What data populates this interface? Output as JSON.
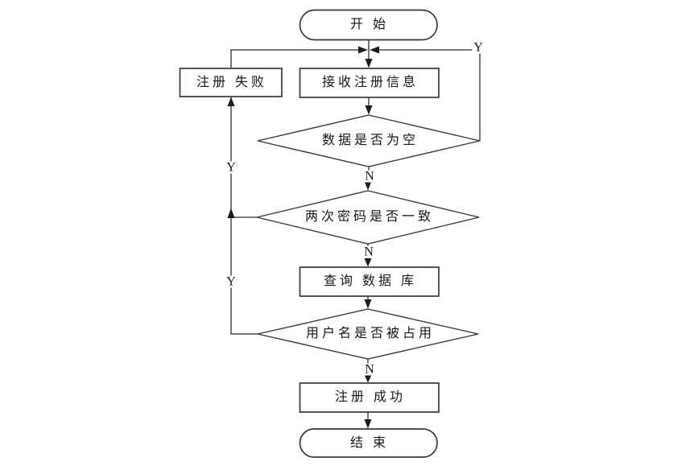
{
  "diagram": {
    "type": "flowchart",
    "background_color": "#ffffff",
    "line_color": "#2e2e2e",
    "shape_border_color": "#383838",
    "nodes": {
      "start": {
        "type": "terminator",
        "label": "开 始"
      },
      "register_fail": {
        "type": "process",
        "label": "注册 失败"
      },
      "receive_info": {
        "type": "process",
        "label": "接收注册信息"
      },
      "data_empty": {
        "type": "decision",
        "label": "数据是否为空"
      },
      "password_match": {
        "type": "decision",
        "label": "两次密码是否一致"
      },
      "query_db": {
        "type": "process",
        "label": "查询 数据 库"
      },
      "username_taken": {
        "type": "decision",
        "label": "用户名是否被占用"
      },
      "register_success": {
        "type": "process",
        "label": "注册 成功"
      },
      "end": {
        "type": "terminator",
        "label": "结 束"
      }
    },
    "edge_labels": {
      "y_data_empty": "Y",
      "n_data_empty": "N",
      "y_password_match": "Y",
      "n_password_match": "N",
      "y_username_taken": "Y",
      "n_username_taken": "N"
    },
    "edges": [
      {
        "from": "start",
        "to": "receive_info",
        "label": ""
      },
      {
        "from": "receive_info",
        "to": "data_empty",
        "label": ""
      },
      {
        "from": "data_empty",
        "to": "receive_info",
        "label": "Y"
      },
      {
        "from": "data_empty",
        "to": "password_match",
        "label": "N"
      },
      {
        "from": "password_match",
        "to": "register_fail",
        "label": "Y"
      },
      {
        "from": "password_match",
        "to": "query_db",
        "label": "N"
      },
      {
        "from": "query_db",
        "to": "username_taken",
        "label": ""
      },
      {
        "from": "username_taken",
        "to": "register_fail",
        "label": "Y"
      },
      {
        "from": "username_taken",
        "to": "register_success",
        "label": "N"
      },
      {
        "from": "register_fail",
        "to": "receive_info",
        "label": ""
      },
      {
        "from": "register_success",
        "to": "end",
        "label": ""
      }
    ]
  }
}
